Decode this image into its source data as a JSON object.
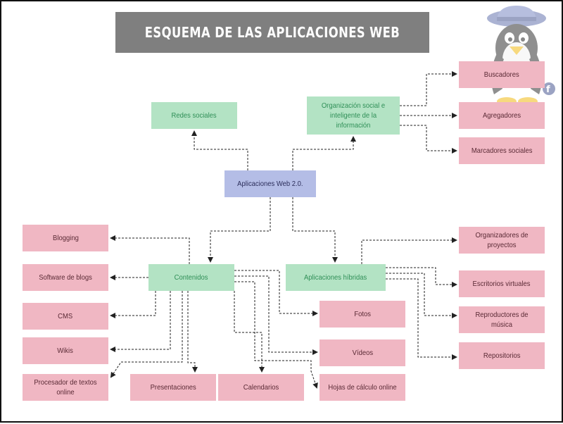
{
  "title": "ESQUEMA DE LAS APLICACIONES WEB",
  "colors": {
    "title_bg": "#7f7f7f",
    "green": "#b3e3c4",
    "green_text": "#2f8f57",
    "pink": "#f0b7c3",
    "pink_text": "#5a2a35",
    "blue": "#b4bde6",
    "blue_text": "#2b2d5a",
    "connector": "#222222"
  },
  "mascot": {
    "label": "fedora"
  },
  "nodes": {
    "aplicaciones_web": {
      "label": "Aplicaciones Web 2.0.",
      "color": "blue"
    },
    "redes_sociales": {
      "label": "Redes sociales",
      "color": "green"
    },
    "organizacion": {
      "label": "Organización social e inteligente de la información",
      "color": "green"
    },
    "contenidos": {
      "label": "Contenidos",
      "color": "green"
    },
    "hibridas": {
      "label": "Aplicaciones híbridas",
      "color": "green"
    },
    "buscadores": {
      "label": "Buscadores",
      "color": "pink"
    },
    "agregadores": {
      "label": "Agregadores",
      "color": "pink"
    },
    "marcadores": {
      "label": "Marcadores sociales",
      "color": "pink"
    },
    "blogging": {
      "label": "Blogging",
      "color": "pink"
    },
    "software_blogs": {
      "label": "Software de blogs",
      "color": "pink"
    },
    "cms": {
      "label": "CMS",
      "color": "pink"
    },
    "wikis": {
      "label": "Wikis",
      "color": "pink"
    },
    "procesador": {
      "label": "Procesador de textos online",
      "color": "pink"
    },
    "presentaciones": {
      "label": "Presentaciones",
      "color": "pink"
    },
    "calendarios": {
      "label": "Calendarios",
      "color": "pink"
    },
    "fotos": {
      "label": "Fotos",
      "color": "pink"
    },
    "videos": {
      "label": "Vídeos",
      "color": "pink"
    },
    "hojas_calculo": {
      "label": "Hojas de cálculo online",
      "color": "pink"
    },
    "organizadores": {
      "label": "Organizadores de proyectos",
      "color": "pink"
    },
    "escritorios": {
      "label": "Escritorios virtuales",
      "color": "pink"
    },
    "reproductores": {
      "label": "Reproductores de música",
      "color": "pink"
    },
    "repositorios": {
      "label": "Repositorios",
      "color": "pink"
    }
  },
  "edges": [
    {
      "from": "aplicaciones_web",
      "to": "redes_sociales"
    },
    {
      "from": "aplicaciones_web",
      "to": "organizacion"
    },
    {
      "from": "aplicaciones_web",
      "to": "contenidos"
    },
    {
      "from": "aplicaciones_web",
      "to": "hibridas"
    },
    {
      "from": "organizacion",
      "to": "buscadores"
    },
    {
      "from": "organizacion",
      "to": "agregadores"
    },
    {
      "from": "organizacion",
      "to": "marcadores"
    },
    {
      "from": "contenidos",
      "to": "blogging"
    },
    {
      "from": "contenidos",
      "to": "software_blogs"
    },
    {
      "from": "contenidos",
      "to": "cms"
    },
    {
      "from": "contenidos",
      "to": "wikis"
    },
    {
      "from": "contenidos",
      "to": "procesador"
    },
    {
      "from": "contenidos",
      "to": "presentaciones"
    },
    {
      "from": "contenidos",
      "to": "calendarios"
    },
    {
      "from": "contenidos",
      "to": "fotos"
    },
    {
      "from": "contenidos",
      "to": "videos"
    },
    {
      "from": "contenidos",
      "to": "hojas_calculo"
    },
    {
      "from": "hibridas",
      "to": "organizadores"
    },
    {
      "from": "hibridas",
      "to": "escritorios"
    },
    {
      "from": "hibridas",
      "to": "reproductores"
    },
    {
      "from": "hibridas",
      "to": "repositorios"
    }
  ]
}
